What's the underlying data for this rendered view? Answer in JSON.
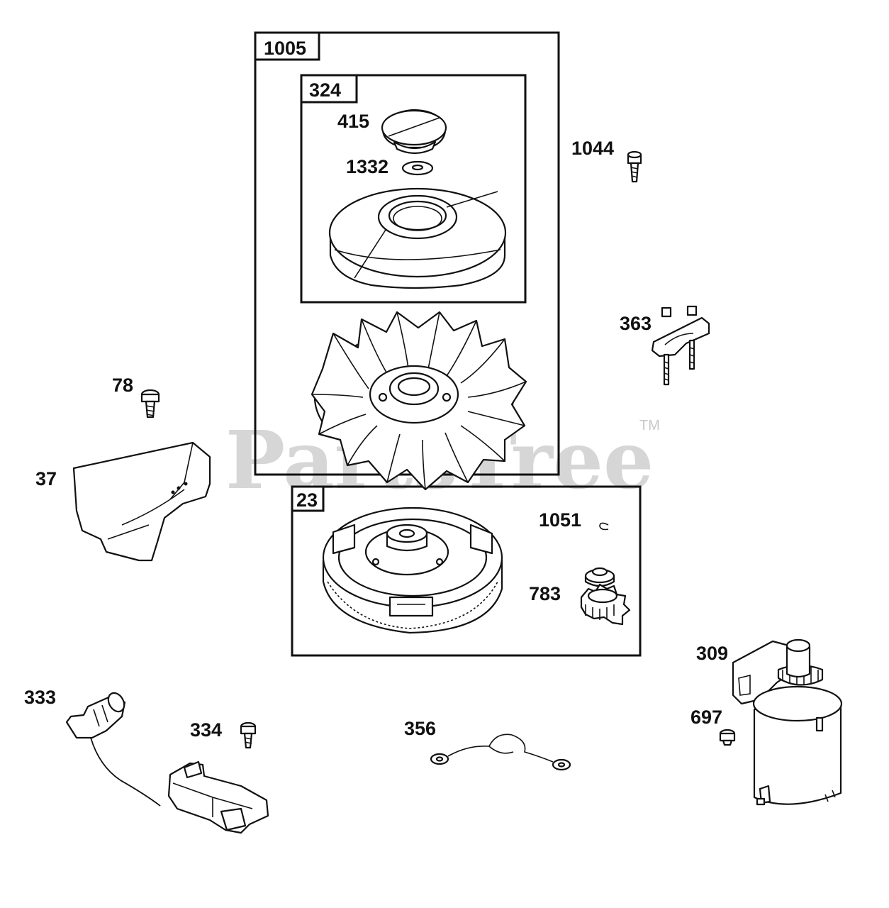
{
  "watermark": {
    "text": "PartsTree",
    "trademark": "TM"
  },
  "group_boxes": [
    {
      "id": "1005"
    },
    {
      "id": "324"
    },
    {
      "id": "23"
    }
  ],
  "callouts": {
    "p415": "415",
    "p1332": "1332",
    "p1044": "1044",
    "p363": "363",
    "p78": "78",
    "p37": "37",
    "p1051": "1051",
    "p783": "783",
    "p309": "309",
    "p697": "697",
    "p333": "333",
    "p334": "334",
    "p356": "356"
  }
}
